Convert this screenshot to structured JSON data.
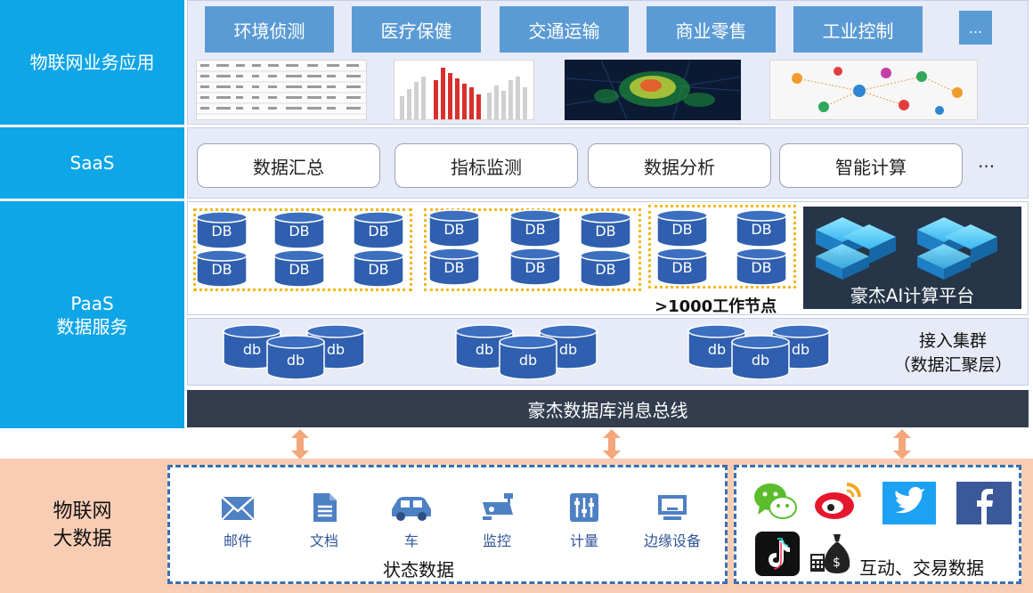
{
  "layers": {
    "iot_apps": "物联网业务应用",
    "saas": "SaaS",
    "paas": "PaaS\n数据服务",
    "iot_bigdata": "物联网\n大数据"
  },
  "apps": {
    "buttons": [
      "环境侦测",
      "医疗保健",
      "交通运输",
      "商业零售",
      "工业控制"
    ],
    "more": "..."
  },
  "saas": {
    "buttons": [
      "数据汇总",
      "指标监测",
      "数据分析",
      "智能计算"
    ],
    "more": "···"
  },
  "paas": {
    "db_label": "DB",
    "nodes_note": ">1000工作节点",
    "ai_platform": "豪杰AI计算平台",
    "cluster_db_label": "db",
    "access_cluster": "接入集群\n（数据汇聚层）"
  },
  "bus": {
    "label": "豪杰数据库消息总线"
  },
  "status_data": {
    "items": [
      "邮件",
      "文档",
      "车",
      "监控",
      "计量",
      "边缘设备"
    ],
    "caption": "状态数据"
  },
  "interaction_data": {
    "caption": "互动、交易数据"
  },
  "colors": {
    "sidebar": "#0fa6e8",
    "app_button": "#5b9bd5",
    "db_cylinder": "#2f5fae",
    "bus": "#333d4e",
    "bottom_band": "#f8cdb4",
    "arrow": "#f3a77a",
    "dotted_group": "#f2b81b"
  }
}
